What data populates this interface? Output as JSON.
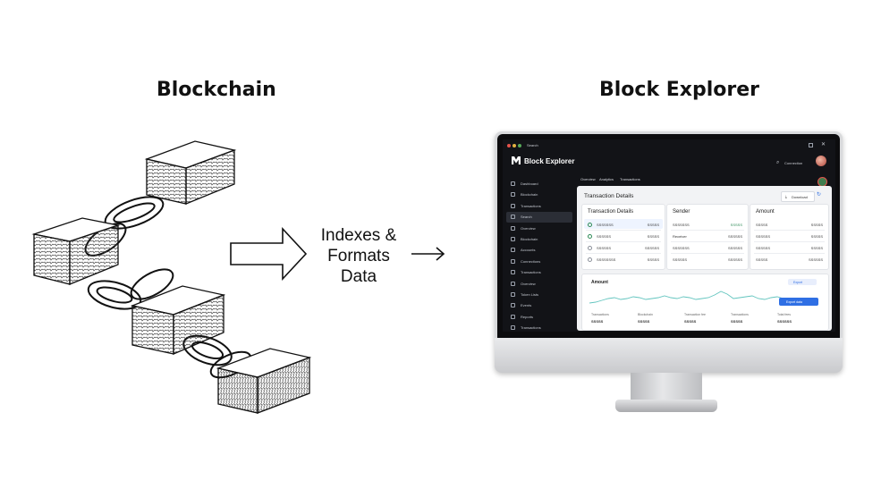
{
  "diagram": {
    "left_title": "Blockchain",
    "right_title": "Block Explorer",
    "middle_label_lines": [
      "Indexes &",
      "Formats",
      "Data"
    ]
  },
  "explorer": {
    "window_label": "Search",
    "app_name": "Block Explorer",
    "user_name": "Connection",
    "sidebar": [
      "Dashboard",
      "Blockchain",
      "Transactions",
      "Search",
      "Overview",
      "Blockchain",
      "Accounts",
      "Connections",
      "Transactions",
      "Overview",
      "Token Lists",
      "Events",
      "Reports",
      "Transactions"
    ],
    "sidebar_active": 3,
    "tabs": [
      "Overview",
      "Analytics",
      "Transactions"
    ],
    "panel_title": "Transaction Details",
    "panel_button": "Download",
    "cards": [
      {
        "title": "Transaction Details",
        "rows": [
          [
            "SSSSSSS",
            "SSSSS"
          ],
          [
            "SSSSSS",
            "SSSSS"
          ],
          [
            "SSSSSS",
            "SSSSSS"
          ],
          [
            "SSSSSSSS",
            "SSSSS"
          ]
        ]
      },
      {
        "title": "Sender",
        "rows": [
          [
            "SSSSSSS",
            "SSSSS"
          ],
          [
            "Receiver",
            "SSSSSS"
          ],
          [
            "SSSSSSS",
            "SSSSSS"
          ],
          [
            "SSSSSS",
            "SSSSSS"
          ]
        ]
      },
      {
        "title": "Amount",
        "rows": [
          [
            "SSSSS",
            "SSSSS"
          ],
          [
            "SSSSSS",
            "SSSSS"
          ],
          [
            "SSSSSS",
            "SSSSS"
          ],
          [
            "SSSSS",
            "SSSSSS"
          ]
        ]
      }
    ],
    "chart_title": "Amount",
    "chart_button_top": "Export",
    "chart_button": "Export data",
    "footer_labels": [
      "Transactions",
      "Blockchain",
      "Transaction fee",
      "Transactions",
      "Total fees"
    ],
    "footer_values": [
      "SSSSS",
      "SSSSS",
      "SSSSS",
      "SSSSS",
      "SSSSSS"
    ],
    "accent": "#2f6fe4",
    "chart_line": "#63c5bf"
  }
}
